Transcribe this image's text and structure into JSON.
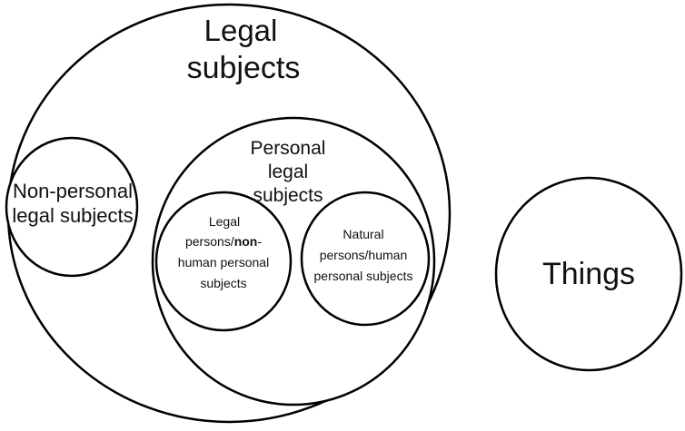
{
  "diagram": {
    "legal_subjects": {
      "line1": "Legal",
      "line2": "subjects"
    },
    "non_personal": {
      "line1": "Non-personal",
      "line2": "legal subjects"
    },
    "personal": {
      "line1": "Personal",
      "line2": "legal",
      "line3": "subjects"
    },
    "legal_persons": {
      "line1": "Legal",
      "line2_a": "persons/",
      "line2_b": "non",
      "line2_c": "-",
      "line3": "human personal",
      "line4": "subjects"
    },
    "natural_persons": {
      "line1": "Natural",
      "line2": "persons/human",
      "line3": "personal subjects"
    },
    "things": {
      "label": "Things"
    }
  }
}
